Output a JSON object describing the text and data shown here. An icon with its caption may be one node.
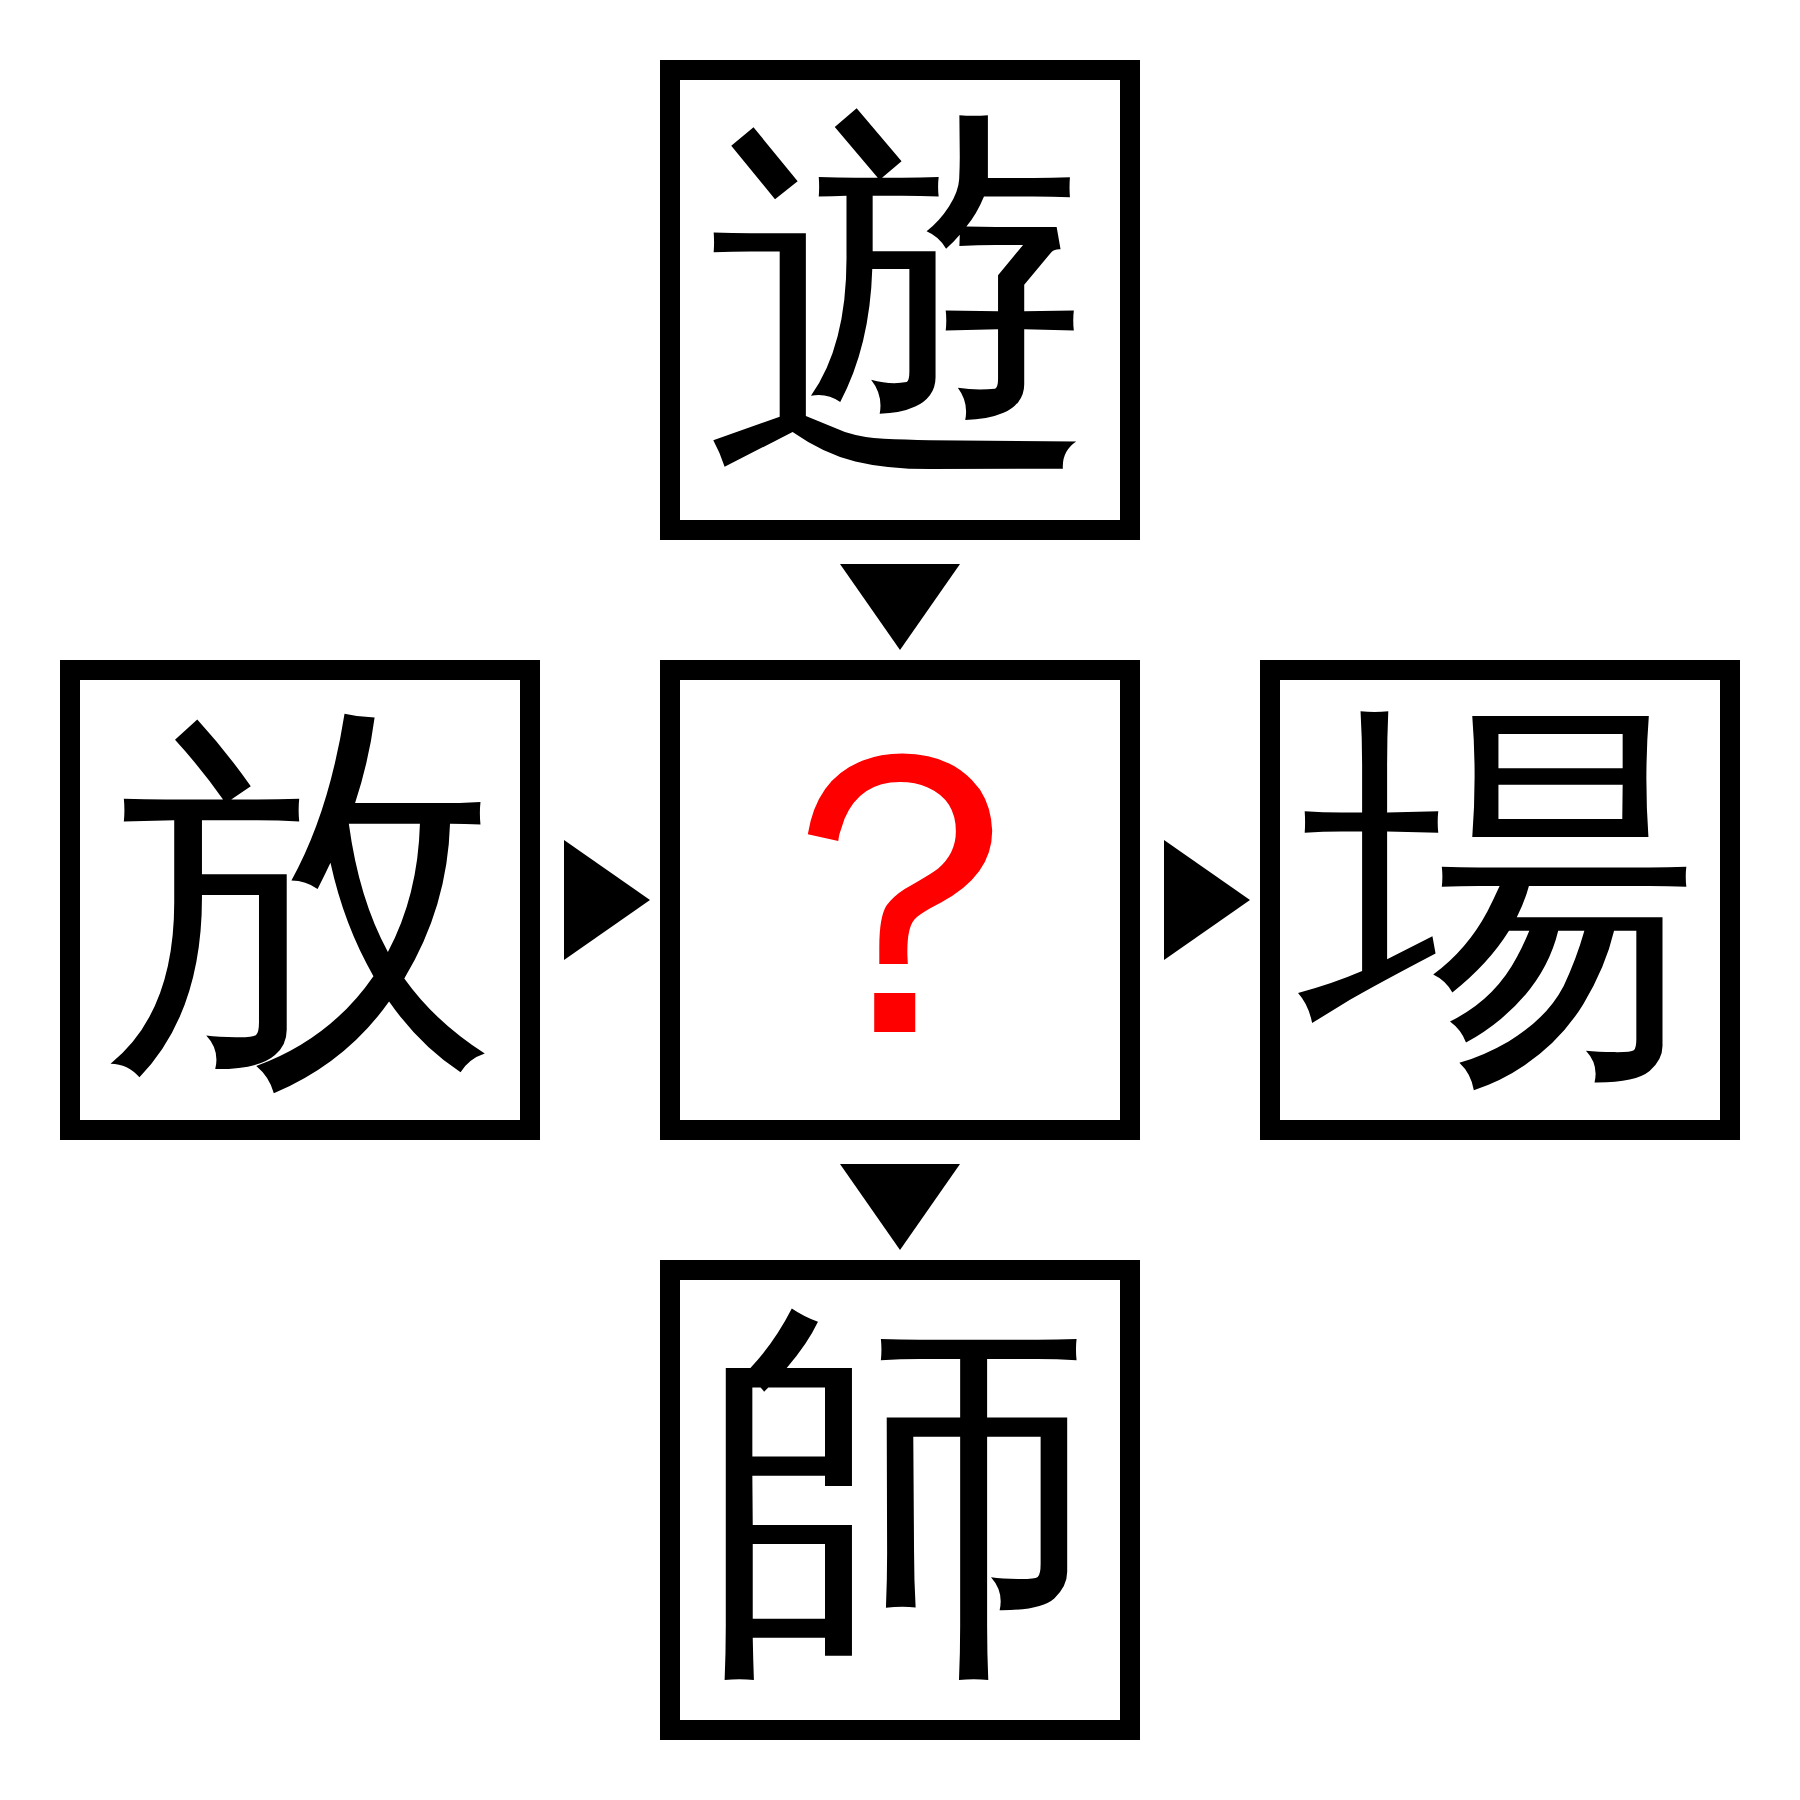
{
  "diagram": {
    "nodes": [
      {
        "text": [
          "遊"
        ]
      },
      {
        "text": [
          "放"
        ]
      },
      {
        "text": [
          "？"
        ]
      },
      {
        "text": [
          "場"
        ]
      },
      {
        "text": [
          "師"
        ]
      }
    ],
    "edges": [
      {
        "from": 0,
        "to": 2,
        "arrow": "to"
      },
      {
        "from": 1,
        "to": 2,
        "arrow": "to"
      },
      {
        "from": 2,
        "to": 3,
        "arrow": "to"
      },
      {
        "from": 2,
        "to": 4,
        "arrow": "to"
      }
    ]
  }
}
